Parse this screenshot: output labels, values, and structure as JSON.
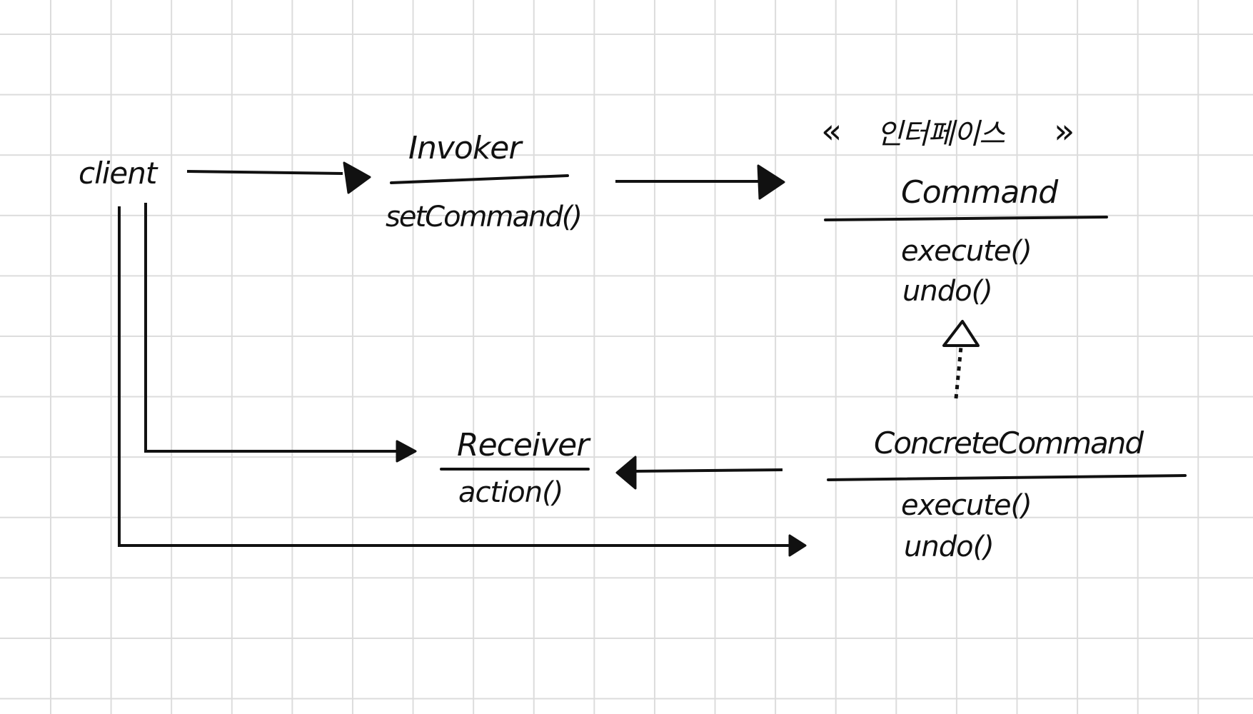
{
  "client": {
    "label": "client"
  },
  "invoker": {
    "name": "Invoker",
    "method": "setCommand()"
  },
  "command": {
    "stereotype": "인터페이스",
    "name": "Command",
    "methods": [
      "execute()",
      "undo()"
    ]
  },
  "receiver": {
    "name": "Receiver",
    "method": "action()"
  },
  "concrete_command": {
    "name": "ConcreteCommand",
    "methods": [
      "execute()",
      "undo()"
    ]
  },
  "colors": {
    "ink": "#111111",
    "grid": "#dcdcdc",
    "paper": "#ffffff"
  }
}
